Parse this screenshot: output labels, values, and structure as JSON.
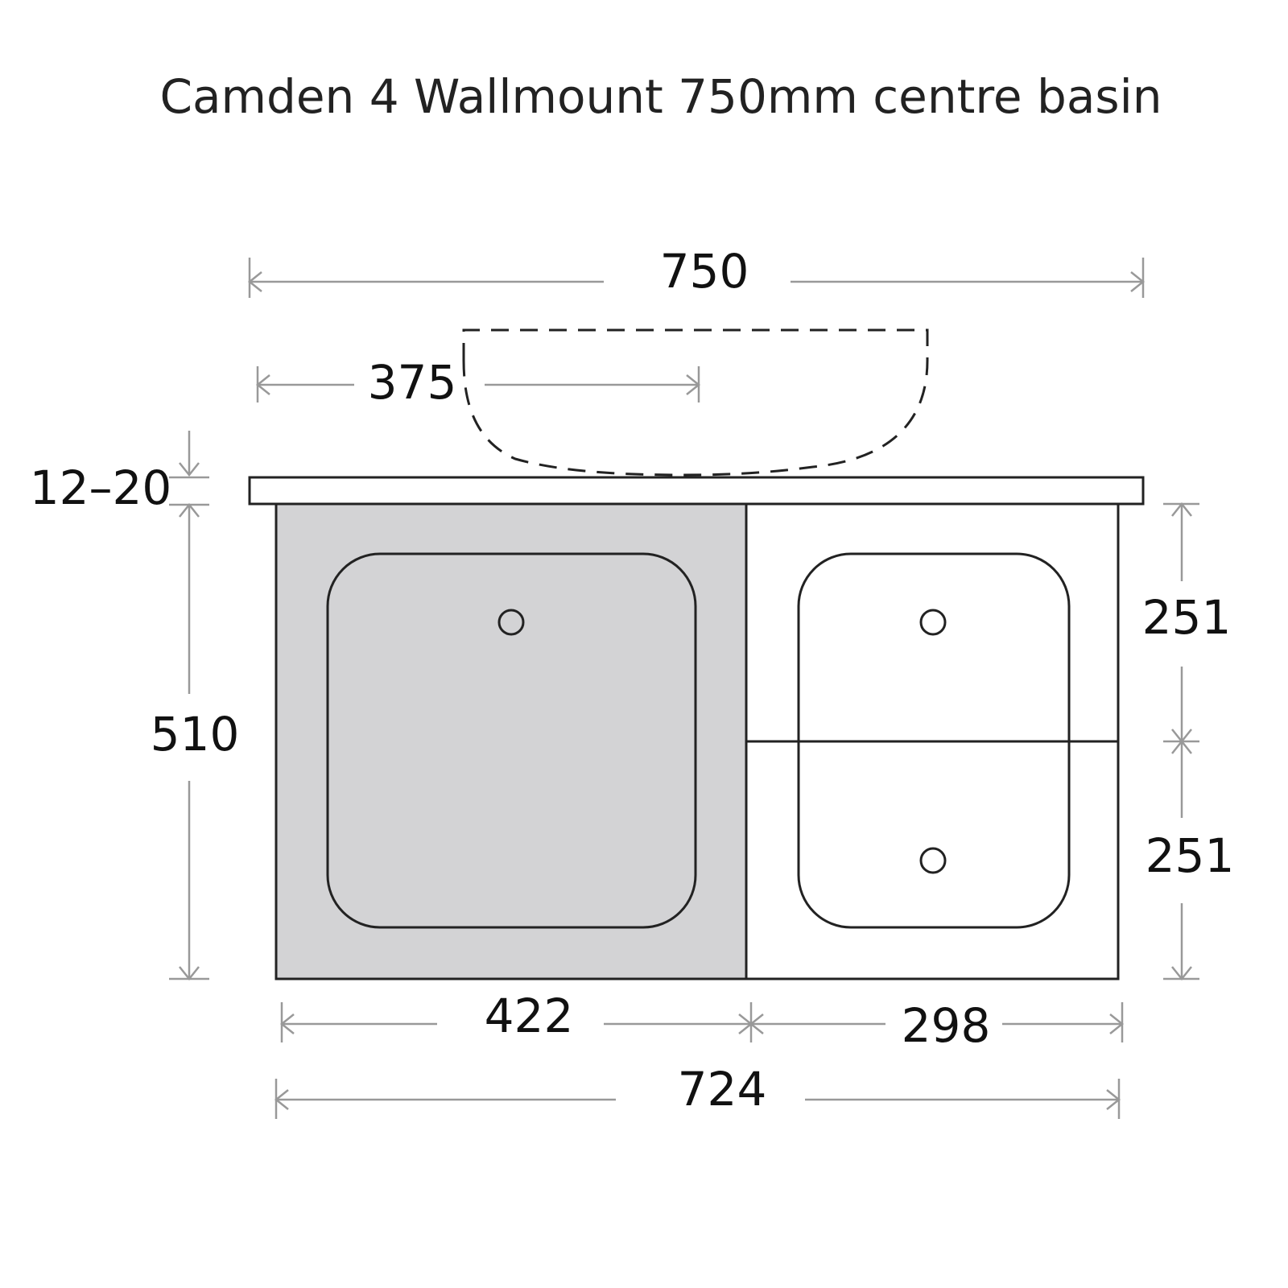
{
  "title": "Camden 4 Wallmount 750mm centre basin",
  "dimensions": {
    "overall_width": "750",
    "basin_centre": "375",
    "top_thickness": "12–20",
    "cabinet_height": "510",
    "drawer_top_height": "251",
    "drawer_bottom_height": "251",
    "door_width": "422",
    "drawer_width": "298",
    "cabinet_width": "724"
  },
  "colors": {
    "outline": "#222222",
    "dimension_line": "#999999",
    "door_fill": "#d3d3d5"
  }
}
